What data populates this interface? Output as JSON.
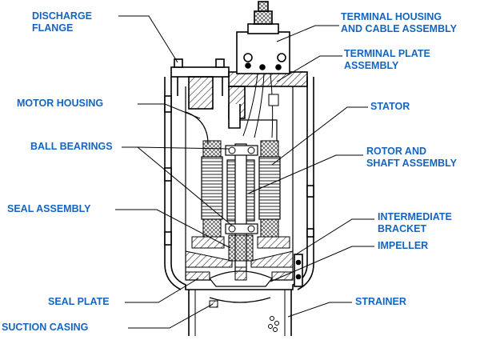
{
  "labels": {
    "discharge_flange": [
      "DISCHARGE",
      "FLANGE"
    ],
    "motor_housing": [
      "MOTOR HOUSING"
    ],
    "ball_bearings": [
      "BALL BEARINGS"
    ],
    "seal_assembly": [
      "SEAL ASSEMBLY"
    ],
    "seal_plate": [
      "SEAL PLATE"
    ],
    "suction_casing": [
      "SUCTION CASING"
    ],
    "terminal_housing": [
      "TERMINAL HOUSING",
      "AND CABLE ASSEMBLY"
    ],
    "terminal_plate": [
      "TERMINAL PLATE",
      "ASSEMBLY"
    ],
    "stator": [
      "STATOR"
    ],
    "rotor_shaft": [
      "ROTOR AND",
      "SHAFT ASSEMBLY"
    ],
    "intermediate_bracket": [
      "INTERMEDIATE",
      "BRACKET"
    ],
    "impeller": [
      "IMPELLER"
    ],
    "strainer": [
      "STRAINER"
    ]
  },
  "colors": {
    "label": "#1565c0",
    "line": "#000000",
    "hatch": "#555555"
  }
}
